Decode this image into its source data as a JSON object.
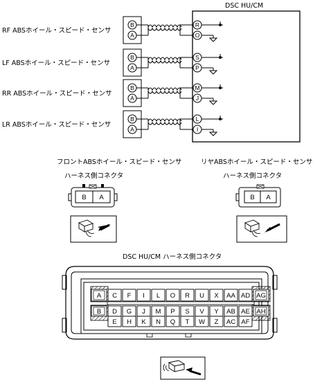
{
  "module_title": "DSC HU/CM",
  "sensors": [
    {
      "label": "RF ABSホイール・スピード・センサ",
      "pin_b": "B",
      "pin_a": "A",
      "module_pin_1": "R",
      "module_pin_2": "O"
    },
    {
      "label": "LF ABSホイール・スピード・センサ",
      "pin_b": "B",
      "pin_a": "A",
      "module_pin_1": "S",
      "module_pin_2": "P"
    },
    {
      "label": "RR ABSホイール・スピード・センサ",
      "pin_b": "B",
      "pin_a": "A",
      "module_pin_1": "M",
      "module_pin_2": "J"
    },
    {
      "label": "LR ABSホイール・スピード・センサ",
      "pin_b": "B",
      "pin_a": "A",
      "module_pin_1": "L",
      "module_pin_2": "I"
    }
  ],
  "front_connector": {
    "title": "フロントABSホイール・スピード・センサ",
    "subtitle": "ハーネス側コネクタ",
    "pins": [
      "B",
      "A"
    ]
  },
  "rear_connector": {
    "title": "リヤABSホイール・スピード・センサ",
    "subtitle": "ハーネス側コネクタ",
    "pins": [
      "B",
      "A"
    ]
  },
  "dsc_connector": {
    "title": "DSC HU/CM ハーネス側コネクタ",
    "row1": [
      "A",
      "C",
      "F",
      "I",
      "L",
      "O",
      "R",
      "U",
      "X",
      "AA",
      "AD",
      "AG"
    ],
    "row2": [
      "B",
      "D",
      "G",
      "J",
      "M",
      "P",
      "S",
      "V",
      "Y",
      "AB",
      "AE",
      "AH"
    ],
    "row3": [
      "E",
      "H",
      "K",
      "N",
      "Q",
      "T",
      "W",
      "Z",
      "AC",
      "AF"
    ]
  }
}
